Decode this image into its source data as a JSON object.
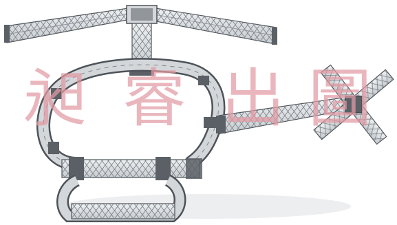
{
  "image": {
    "subject": "truss-helicopter",
    "colors": {
      "background": "#ffffff",
      "truss_chord": "#8f969c",
      "truss_dark": "#4d5358",
      "truss_light": "#d9dde0",
      "node_block": "#5a6066",
      "watermark": "#e39aa4"
    }
  },
  "watermark": {
    "chars": [
      "昶",
      "睿",
      "出",
      "圖"
    ]
  }
}
